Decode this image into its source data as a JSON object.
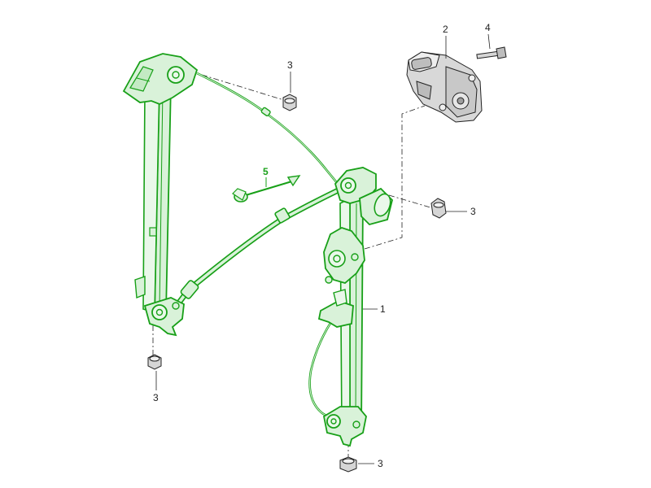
{
  "callouts": {
    "regulator": "1",
    "motor": "2",
    "nut_top": "3",
    "nut_right": "3",
    "nut_bottom_left": "3",
    "nut_bottom_right": "3",
    "bolt": "4",
    "clip": "5"
  },
  "colors": {
    "highlight": "#18a018",
    "highlight_fill": "#d9f2d9",
    "line": "#222222",
    "grey_part": "#c8c8c8"
  }
}
